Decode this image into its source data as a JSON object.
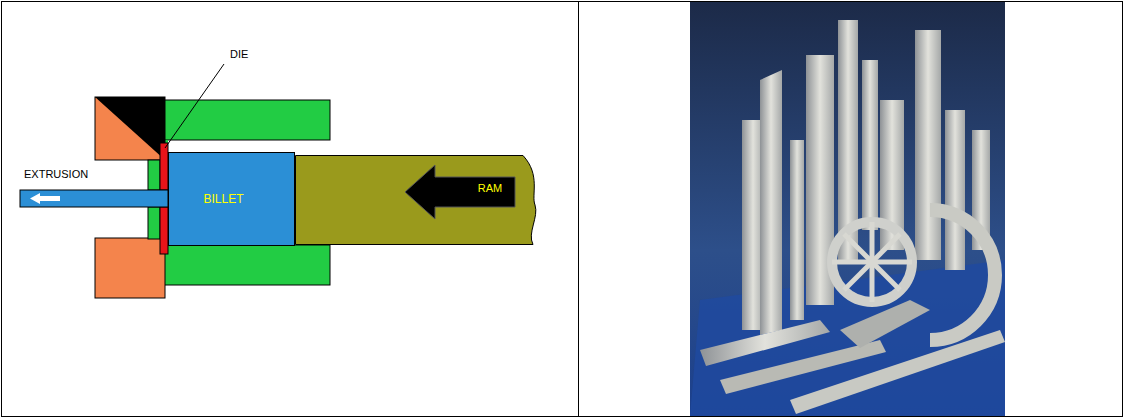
{
  "diagram": {
    "nodes": [
      {
        "text": [
          "BILLET"
        ]
      },
      {
        "text": [
          "RAM"
        ]
      }
    ],
    "labels": [
      "DIE",
      "EXTRUSION"
    ]
  }
}
